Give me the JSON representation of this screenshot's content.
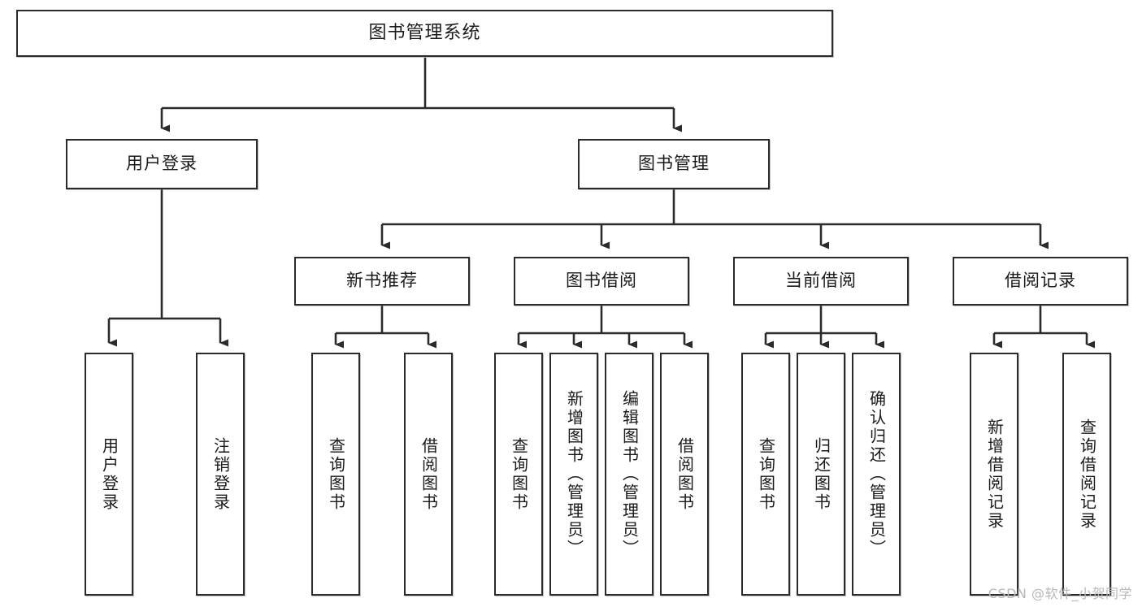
{
  "diagram": {
    "type": "tree",
    "title": "图书管理系统",
    "watermark": "CSDN @软件_小贺同学",
    "stroke_color": "#2b2b2b",
    "fill_color": "#ffffff",
    "text_color": "#1a1a1a",
    "watermark_color": "#b8b8b8"
  },
  "nodes": {
    "root": {
      "label": "图书管理系统"
    },
    "level2": [
      {
        "label": "用户登录"
      },
      {
        "label": "图书管理"
      }
    ],
    "level3": [
      {
        "label": "新书推荐"
      },
      {
        "label": "图书借阅"
      },
      {
        "label": "当前借阅"
      },
      {
        "label": "借阅记录"
      }
    ],
    "leaves_user_login": [
      {
        "label": "用户登录"
      },
      {
        "label": "注销登录"
      }
    ],
    "leaves_new_book": [
      {
        "label": "查询图书"
      },
      {
        "label": "借阅图书"
      }
    ],
    "leaves_borrow": [
      {
        "label": "查询图书"
      },
      {
        "label": "新增图书（管理员）"
      },
      {
        "label": "编辑图书（管理员）"
      },
      {
        "label": "借阅图书"
      }
    ],
    "leaves_current": [
      {
        "label": "查询图书"
      },
      {
        "label": "归还图书"
      },
      {
        "label": "确认归还（管理员）"
      }
    ],
    "leaves_record": [
      {
        "label": "新增借阅记录"
      },
      {
        "label": "查询借阅记录"
      }
    ]
  }
}
